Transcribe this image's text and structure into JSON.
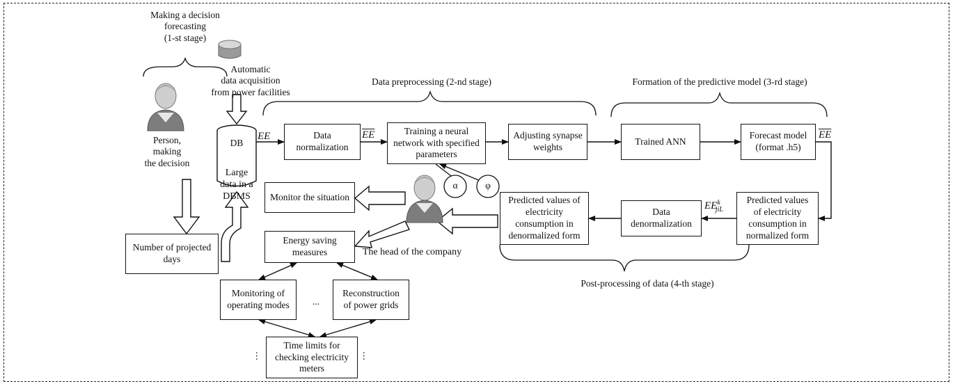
{
  "stage1": {
    "title": "Making a decision\nforecasting\n(1-st stage)"
  },
  "acquisition": {
    "label": "Automatic\ndata acquisition\nfrom power facilities"
  },
  "person": {
    "label": "Person,\nmaking\nthe decision"
  },
  "projected_days": {
    "label": "Number of projected\ndays"
  },
  "db": {
    "label": "DB",
    "caption": "Large\ndata in a\nDBMS"
  },
  "stage2": {
    "title": "Data preprocessing (2-nd stage)"
  },
  "stage3": {
    "title": "Formation of the predictive model (3-rd stage)"
  },
  "stage4": {
    "title": "Post-processing of data (4-th stage)"
  },
  "ee_labels": {
    "ee": "EE",
    "ee_bar": "EE",
    "ee_bar_right": "EE",
    "ee_sub": "EE",
    "ee_sup": "k",
    "ee_idx": "jiL"
  },
  "boxes": {
    "normalization": "Data\nnormalization",
    "training": "Training a neural\nnetwork with specified\nparameters",
    "synapse": "Adjusting synapse\nweights",
    "trained_ann": "Trained ANN",
    "forecast_model": "Forecast model\n(format .h5)",
    "pred_normalized": "Predicted values\nof electricity\nconsumption in\nnormalized form",
    "denormalization": "Data\ndenormalization",
    "pred_denormalized": "Predicted values of\nelectricity\nconsumption in\ndenormalized form",
    "monitor": "Monitor the situation",
    "energy_saving": "Energy saving\nmeasures",
    "monitoring_modes": "Monitoring of\noperating modes",
    "reconstruction": "Reconstruction\nof power grids",
    "time_limits": "Time limits for\nchecking electricity\nmeters"
  },
  "params": {
    "alpha": "α",
    "phi": "φ"
  },
  "head": {
    "label": "The head of the company"
  },
  "ellipsis": {
    "mid": "...",
    "left": "⋮",
    "right": "⋮"
  }
}
